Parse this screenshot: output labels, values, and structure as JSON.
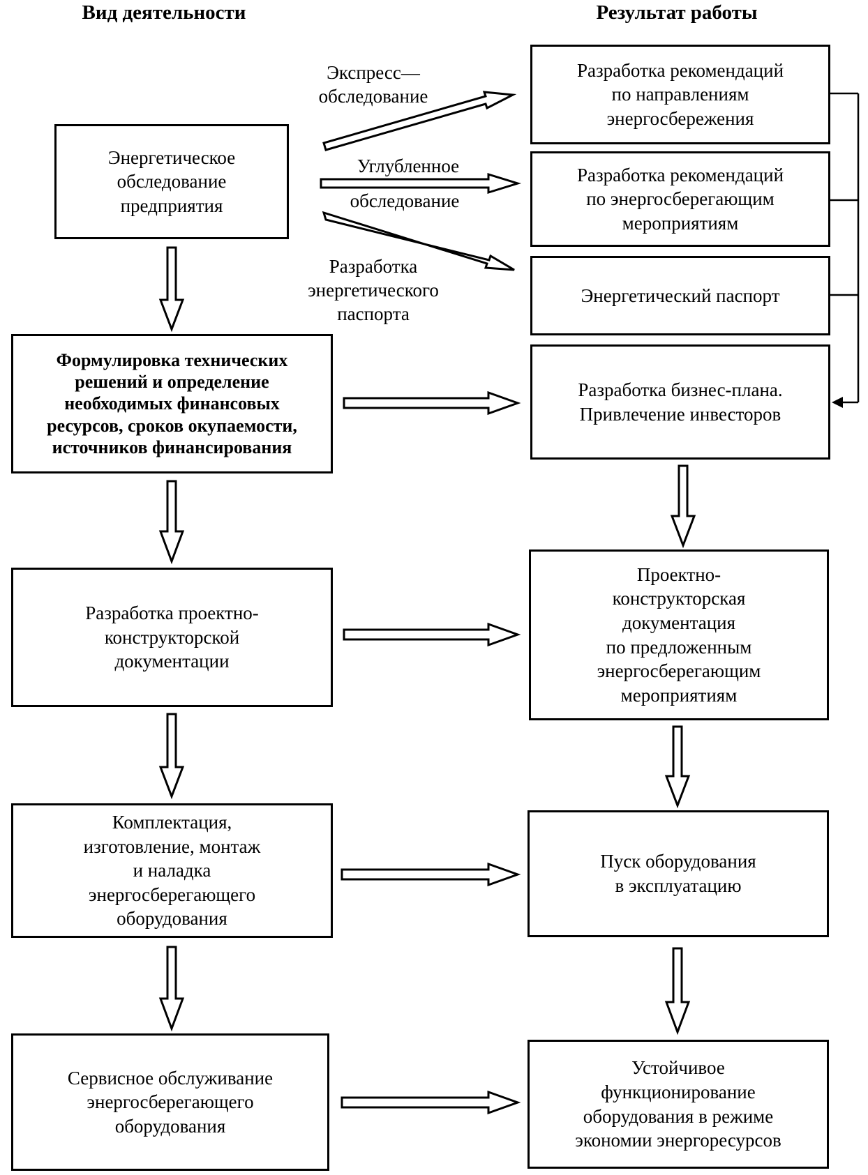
{
  "headers": {
    "activity": "Вид деятельности",
    "result": "Результат работы"
  },
  "activities": [
    "Энергетическое\nобследование\nпредприятия",
    "Формулировка технических\nрешений и определение\nнеобходимых финансовых\nресурсов, сроков окупаемости,\nисточников финансирования",
    "Разработка проектно-\nконструкторской\nдокументации",
    "Комплектация,\nизготовление, монтаж\nи наладка\nэнергосберегающего\nоборудования",
    "Сервисное обслуживание\nэнергосберегающего\nоборудования"
  ],
  "results": [
    "Разработка рекомендаций\nпо направлениям\nэнергосбережения",
    "Разработка рекомендаций\nпо энергосберегающим\nмероприятиям",
    "Энергетический паспорт",
    "Разработка бизнес-плана.\nПривлечение инвесторов",
    "Проектно-\nконструкторская\nдокументация\nпо предложенным\nэнергосберегающим\nмероприятиям",
    "Пуск оборудования\nв эксплуатацию",
    "Устойчивое\nфункционирование\nоборудования в режиме\nэкономии энергоресурсов"
  ],
  "survey_labels": {
    "express": "Экспресс—\nобследование",
    "deep_1": "Углубленное",
    "deep_2": "обследование",
    "passport": "Разработка\nэнергетического\nпаспорта"
  }
}
